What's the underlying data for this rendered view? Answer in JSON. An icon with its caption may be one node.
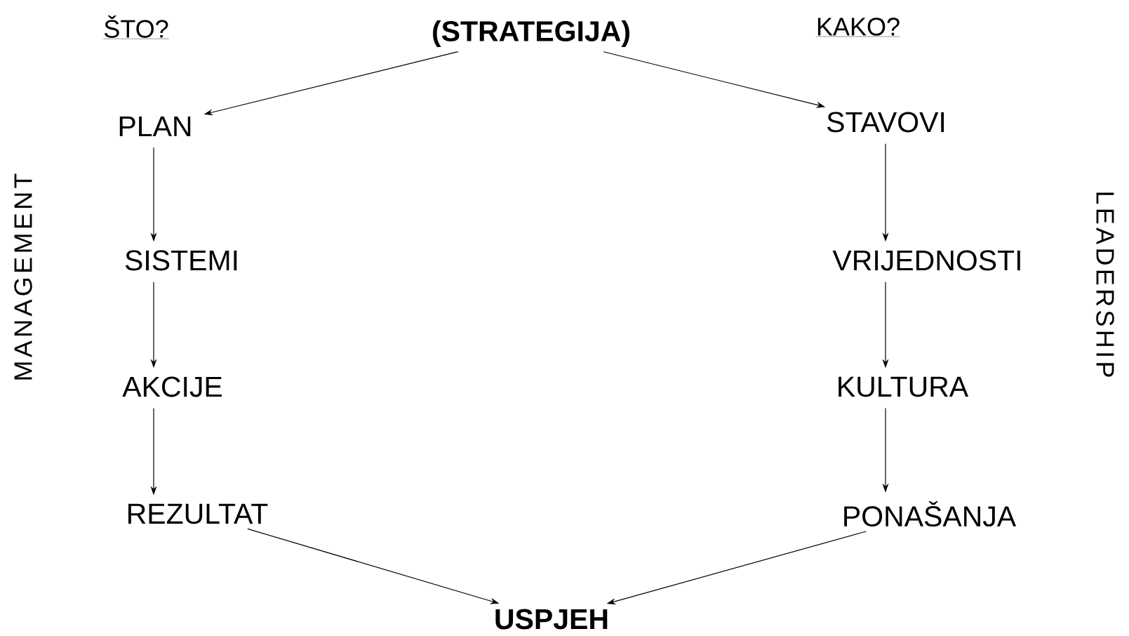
{
  "diagram": {
    "nodes": [
      {
        "text": [
          "(STRATEGIJA)"
        ]
      },
      {
        "text": [
          "PLAN"
        ]
      },
      {
        "text": [
          "SISTEMI"
        ]
      },
      {
        "text": [
          "AKCIJE"
        ]
      },
      {
        "text": [
          "REZULTAT"
        ]
      },
      {
        "text": [
          "STAVOVI"
        ]
      },
      {
        "text": [
          "VRIJEDNOSTI"
        ]
      },
      {
        "text": [
          "KULTURA"
        ]
      },
      {
        "text": [
          "PONAŠANJA"
        ]
      },
      {
        "text": [
          "USPJEH"
        ]
      }
    ],
    "edges": [
      {
        "from": 0,
        "to": 1,
        "arrow": "to"
      },
      {
        "from": 0,
        "to": 5,
        "arrow": "to"
      },
      {
        "from": 1,
        "to": 2,
        "arrow": "to"
      },
      {
        "from": 2,
        "to": 3,
        "arrow": "to"
      },
      {
        "from": 3,
        "to": 4,
        "arrow": "to"
      },
      {
        "from": 5,
        "to": 6,
        "arrow": "to"
      },
      {
        "from": 6,
        "to": 7,
        "arrow": "to"
      },
      {
        "from": 7,
        "to": 8,
        "arrow": "to"
      },
      {
        "from": 4,
        "to": 9,
        "arrow": "to"
      },
      {
        "from": 8,
        "to": 9,
        "arrow": "to"
      }
    ],
    "labels": [
      "ŠTO?",
      "KAKO?",
      "MANAGEMENT",
      "LEADERSHIP"
    ]
  }
}
